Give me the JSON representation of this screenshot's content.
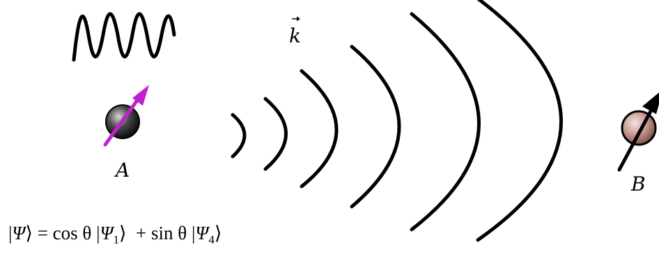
{
  "labels": {
    "particle_a": "A",
    "particle_b": "B",
    "wave_vector": "k"
  },
  "equation": {
    "psi_open": "|",
    "psi": "Ψ",
    "psi_close": "⟩",
    "equals": " = ",
    "cos": "cos θ ",
    "psi1_open": "|",
    "psi1": "Ψ",
    "psi1_sub": "1",
    "psi1_close": "⟩",
    "plus": "  + ",
    "sin": "sin θ ",
    "psi4_open": "|",
    "psi4": "Ψ",
    "psi4_sub": "4",
    "psi4_close": "⟩"
  },
  "colors": {
    "arrow_a": "#c020d0",
    "arrow_b": "#000000",
    "particle_a_fill": "#1a1a1a",
    "particle_b_fill": "#c89a94"
  }
}
